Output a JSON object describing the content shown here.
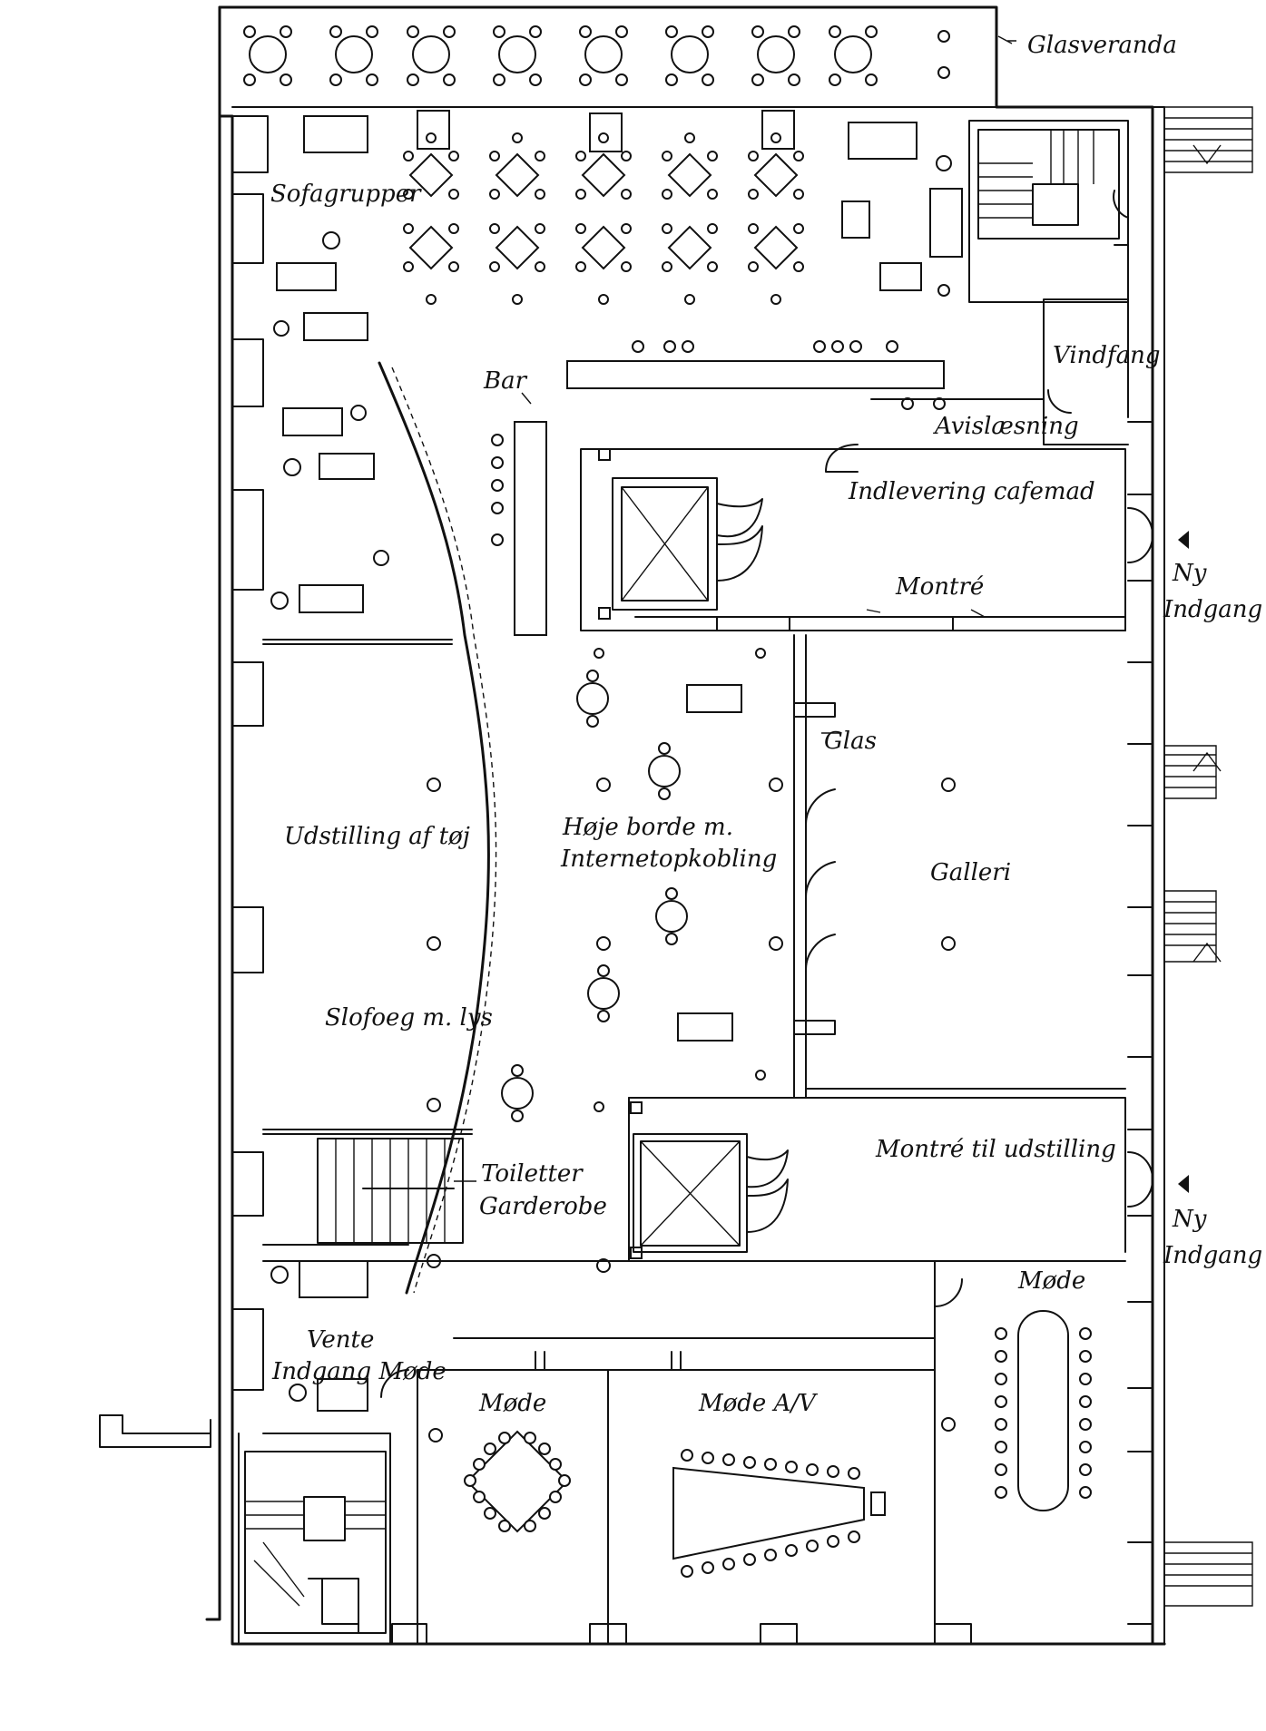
{
  "labels": {
    "glasveranda": "Glasveranda",
    "sofagrupper": "Sofagrupper",
    "bar": "Bar",
    "vindfang": "Vindfang",
    "avislaesning": "Avislæsning",
    "indlevering": "Indlevering cafemad",
    "montre": "Montré",
    "ny_indgang_1_a": "Ny",
    "ny_indgang_1_b": "Indgang",
    "glas": "Glas",
    "hoje_borde_a": "Høje borde m.",
    "hoje_borde_b": "Internetopkobling",
    "udstilling": "Udstilling af tøj",
    "galleri": "Galleri",
    "slofoeg": "Slofoeg m. lys",
    "montre_udstilling": "Montré til udstilling",
    "toiletter": "Toiletter",
    "garderobe": "Garderobe",
    "ny_indgang_2_a": "Ny",
    "ny_indgang_2_b": "Indgang",
    "mode_right": "Møde",
    "vente_a": "Vente",
    "vente_b": "Indgang Møde",
    "mode_left": "Møde",
    "mode_av": "Møde A/V"
  },
  "colors": {
    "ink": "#111111",
    "paper": "#ffffff"
  }
}
